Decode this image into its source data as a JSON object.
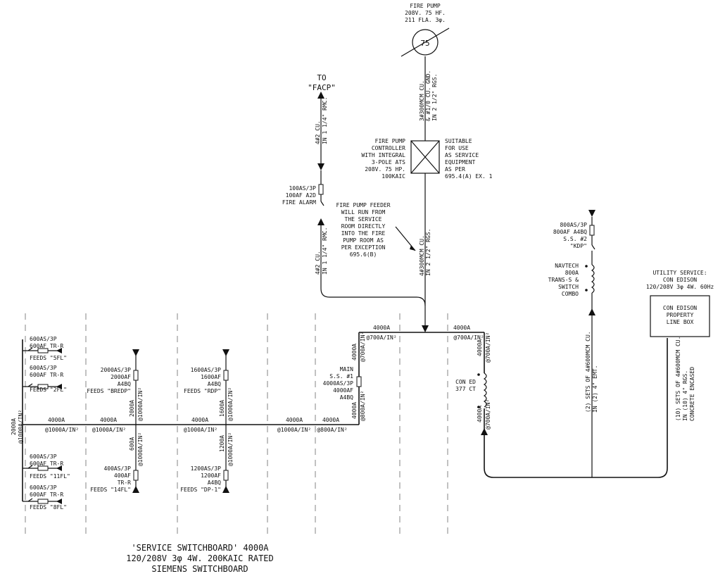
{
  "title": {
    "line1": "'SERVICE SWITCHBOARD' 4000A",
    "line2": "120/208V 3φ 4W. 200KAIC RATED",
    "line3": "SIEMENS SWITCHBOARD"
  },
  "fire_pump": {
    "label1": "FIRE PUMP",
    "label2": "208V. 75 HF.",
    "label3": "211 FLA. 3φ.",
    "motor_hp": "75",
    "feeder_upper1": "3#300MCM CU.",
    "feeder_upper2": "& #1/0 CU. GND.",
    "feeder_upper3": "IN 2 1/2\" RGS.",
    "controller": [
      "FIRE PUMP",
      "CONTROLLER",
      "WITH INTEGRAL",
      "3-POLE ATS",
      "208V. 75 HP.",
      "100KAIC"
    ],
    "suitable": [
      "SUITABLE",
      "FOR USE",
      "AS SERVICE",
      "EQUIPMENT",
      "AS PER",
      "695.4(A) EX. 1"
    ],
    "feeder_lower1": "4#300MCM CU.",
    "feeder_lower2": "IN 2 1/2\" RGS.",
    "note": [
      "FIRE PUMP FEEDER",
      "WILL RUN FROM",
      "THE SERVICE",
      "ROOM DIRECTLY",
      "INTO THE FIRE",
      "PUMP ROOM AS",
      "PER EXCEPTION",
      "695.6(B)"
    ]
  },
  "facp": {
    "label1": "TO",
    "label2": "\"FACP\"",
    "wire_upper1": "4#2 CU.",
    "wire_upper2": "IN 1 1/4\" RMC.",
    "breaker": [
      "100AS/3P",
      "100AF A2D",
      "FIRE ALARM"
    ],
    "wire_lower1": "4#2 CU.",
    "wire_lower2": "IN 1 1/4\" RMC."
  },
  "kdp": {
    "breaker": [
      "800AS/3P",
      "800AF A4BQ",
      "S.S. #2",
      "\"KDP\""
    ],
    "trans": [
      "NAVTECH",
      "800A",
      "TRANS-S &",
      "SWITCH",
      "COMBO"
    ],
    "wire1": "(2) SETS OF 4#600MCM CU.",
    "wire2": "IN (2) 4\" EMT."
  },
  "utility": {
    "label": [
      "UTILITY SERVICE:",
      "CON EDISON",
      "120/208V 3φ 4W. 60Hz"
    ],
    "box": [
      "CON EDISON",
      "PROPERTY",
      "LINE BOX"
    ],
    "wire1": "(10) SETS OF 4#600MCM CU.",
    "wire2": "IN (10) 4\" RGS.",
    "wire3": "CONCRETE ENCASED"
  },
  "con_ed_ct": [
    "CON ED",
    "377 CT"
  ],
  "main": [
    "MAIN",
    "S.S. #1",
    "4000AS/3P",
    "4000AF",
    "A4BQ"
  ],
  "bus": {
    "rating_a": "4000A",
    "density_1000": "@1000A/IN²",
    "density_800": "@800A/IN²",
    "density_700": "@700A/IN²",
    "rating_2000": "2000A",
    "rating_1600": "1600A",
    "rating_1200": "1200A",
    "rating_600": "600A"
  },
  "feeds": {
    "5fl": [
      "600AS/3P",
      "600AF TR-R",
      "FEEDS \"5FL\""
    ],
    "2fl": [
      "600AS/3P",
      "600AF TR-R",
      "FEEDS \"2FL\""
    ],
    "11fl": [
      "600AS/3P",
      "600AF TR-R",
      "FEEDS \"11FL\""
    ],
    "8fl": [
      "600AS/3P",
      "600AF TR-R",
      "FEEDS \"8FL\""
    ],
    "bredp": [
      "2000AS/3P",
      "2000AF",
      "A4BQ",
      "FEEDS \"BREDP\""
    ],
    "14fl": [
      "400AS/3P",
      "400AF",
      "TR-R",
      "FEEDS \"14FL\""
    ],
    "rdp": [
      "1600AS/3P",
      "1600AF",
      "A4BQ",
      "FEEDS \"RDP\""
    ],
    "dp1": [
      "1200AS/3P",
      "1200AF",
      "A4BQ",
      "FEEDS \"DP-1\""
    ]
  }
}
